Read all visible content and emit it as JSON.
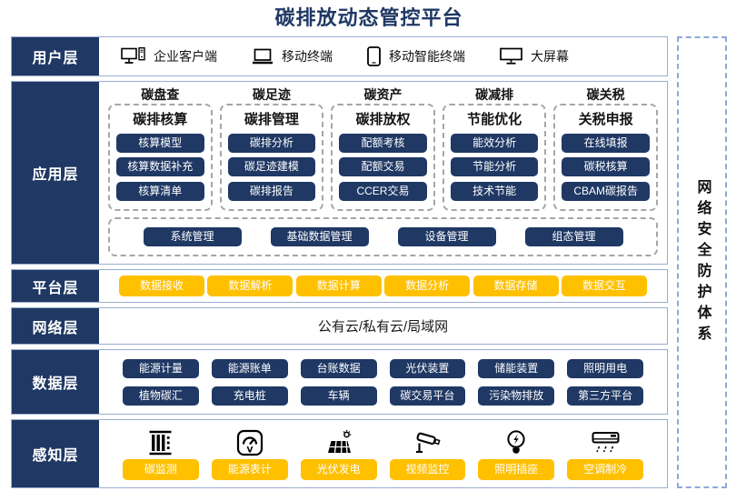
{
  "title": "碳排放动态管控平台",
  "security": {
    "label": "网络安全防护体系"
  },
  "colors": {
    "navy": "#1F3864",
    "yellow": "#FFC000",
    "row_border": "#9BADD0",
    "dashed_gray": "#A6A6A6",
    "dashed_blue": "#8EA9DB"
  },
  "layers": {
    "user": {
      "label": "用户层",
      "items": [
        {
          "icon": "desktop-pc-icon",
          "label": "企业客户端"
        },
        {
          "icon": "laptop-icon",
          "label": "移动终端"
        },
        {
          "icon": "smartphone-icon",
          "label": "移动智能终端"
        },
        {
          "icon": "big-screen-icon",
          "label": "大屏幕"
        }
      ]
    },
    "application": {
      "label": "应用层",
      "columns": [
        {
          "header": "碳盘查",
          "title": "碳排核算",
          "buttons": [
            "核算模型",
            "核算数据补充",
            "核算清单"
          ]
        },
        {
          "header": "碳足迹",
          "title": "碳排管理",
          "buttons": [
            "碳排分析",
            "碳足迹建模",
            "碳排报告"
          ]
        },
        {
          "header": "碳资产",
          "title": "碳排放权",
          "buttons": [
            "配额考核",
            "配额交易",
            "CCER交易"
          ]
        },
        {
          "header": "碳减排",
          "title": "节能优化",
          "buttons": [
            "能效分析",
            "节能分析",
            "技术节能"
          ]
        },
        {
          "header": "碳关税",
          "title": "关税申报",
          "buttons": [
            "在线填报",
            "碳税核算",
            "CBAM碳报告"
          ]
        }
      ],
      "common_buttons": [
        "系统管理",
        "基础数据管理",
        "设备管理",
        "组态管理"
      ]
    },
    "platform": {
      "label": "平台层",
      "buttons": [
        "数据接收",
        "数据解析",
        "数据计算",
        "数据分析",
        "数据存储",
        "数据交互"
      ]
    },
    "network": {
      "label": "网络层",
      "text": "公有云/私有云/局域网"
    },
    "data": {
      "label": "数据层",
      "rows": [
        [
          "能源计量",
          "能源账单",
          "台账数据",
          "光伏装置",
          "储能装置",
          "照明用电"
        ],
        [
          "植物碳汇",
          "充电桩",
          "车辆",
          "碳交易平台",
          "污染物排放",
          "第三方平台"
        ]
      ]
    },
    "perception": {
      "label": "感知层",
      "items": [
        {
          "icon": "carbon-monitor-icon",
          "label": "碳监测"
        },
        {
          "icon": "energy-meter-icon",
          "label": "能源表计"
        },
        {
          "icon": "solar-pv-icon",
          "label": "光伏发电"
        },
        {
          "icon": "cctv-camera-icon",
          "label": "视频监控"
        },
        {
          "icon": "light-bulb-icon",
          "label": "照明插座"
        },
        {
          "icon": "air-conditioner-icon",
          "label": "空调制冷"
        }
      ]
    }
  }
}
